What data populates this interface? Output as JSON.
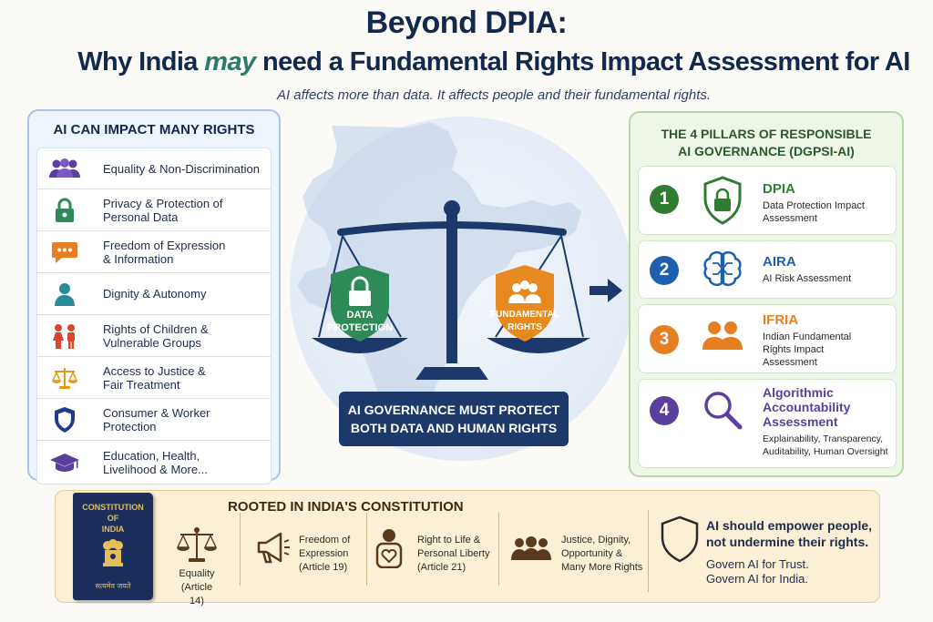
{
  "header": {
    "title_line1": "Beyond DPIA:",
    "title_line2_pre": "Why India ",
    "title_line2_accent": "may",
    "title_line2_post": " need a Fundamental Rights Impact Assessment for AI",
    "subtitle": "AI affects more than data. It affects people and their fundamental rights."
  },
  "rights_panel": {
    "title": "AI CAN IMPACT MANY RIGHTS",
    "items": [
      {
        "label": "Equality & Non-Discrimination",
        "icon": "people-group-icon",
        "color": "#5b3f9e"
      },
      {
        "label": "Privacy & Protection of\nPersonal Data",
        "icon": "lock-icon",
        "color": "#2e8b57"
      },
      {
        "label": "Freedom of Expression\n& Information",
        "icon": "speech-bubble-icon",
        "color": "#e67e22"
      },
      {
        "label": "Dignity & Autonomy",
        "icon": "person-icon",
        "color": "#2a8a9a"
      },
      {
        "label": "Rights of Children &\nVulnerable Groups",
        "icon": "children-icon",
        "color": "#d9472b"
      },
      {
        "label": "Access to Justice &\nFair Treatment",
        "icon": "scales-icon",
        "color": "#e39a1a"
      },
      {
        "label": "Consumer & Worker\nProtection",
        "icon": "shield-icon",
        "color": "#1f3c88"
      },
      {
        "label": "Education, Health,\nLivelihood & More...",
        "icon": "graduation-cap-icon",
        "color": "#5b3f9e"
      }
    ]
  },
  "center": {
    "left_pan": "DATA\nPROTECTION",
    "right_pan": "FUNDAMENTAL\nRIGHTS",
    "banner": "AI GOVERNANCE MUST PROTECT\nBOTH DATA AND HUMAN RIGHTS"
  },
  "pillars_panel": {
    "title": "THE 4 PILLARS OF RESPONSIBLE\nAI GOVERNANCE (DGPSI-AI)",
    "items": [
      {
        "num": "1",
        "name": "DPIA",
        "desc": "Data Protection Impact\nAssessment",
        "color": "#2e7d32",
        "icon": "shield-lock-icon"
      },
      {
        "num": "2",
        "name": "AIRA",
        "desc": "AI Risk Assessment",
        "color": "#1e5fb0",
        "icon": "brain-circuit-icon"
      },
      {
        "num": "3",
        "name": "IFRIA",
        "desc": "Indian Fundamental\nRights Impact\nAssessment",
        "color": "#e67e22",
        "icon": "people-icon"
      },
      {
        "num": "4",
        "name": "Algorithmic\nAccountability\nAssessment",
        "desc": "Explainability, Transparency,\nAuditability, Human Oversight",
        "color": "#5b3f9e",
        "icon": "magnifier-icon"
      }
    ]
  },
  "constitution": {
    "book_title": "CONSTITUTION\nOF\nINDIA",
    "book_bottom": "सत्यमेव जयते",
    "title": "ROOTED IN INDIA'S CONSTITUTION",
    "items": [
      {
        "label": "Equality\n(Article 14)",
        "icon": "scales-icon"
      },
      {
        "label": "Freedom of\nExpression\n(Article 19)",
        "icon": "megaphone-icon"
      },
      {
        "label": "Right to Life &\nPersonal Liberty\n(Article 21)",
        "icon": "person-heart-icon"
      },
      {
        "label": "Justice, Dignity,\nOpportunity &\nMany More Rights",
        "icon": "people-group-icon"
      }
    ],
    "quote": "AI should empower people,\nnot undermine their rights.",
    "tagline": "Govern AI for Trust.\nGovern AI for India."
  }
}
